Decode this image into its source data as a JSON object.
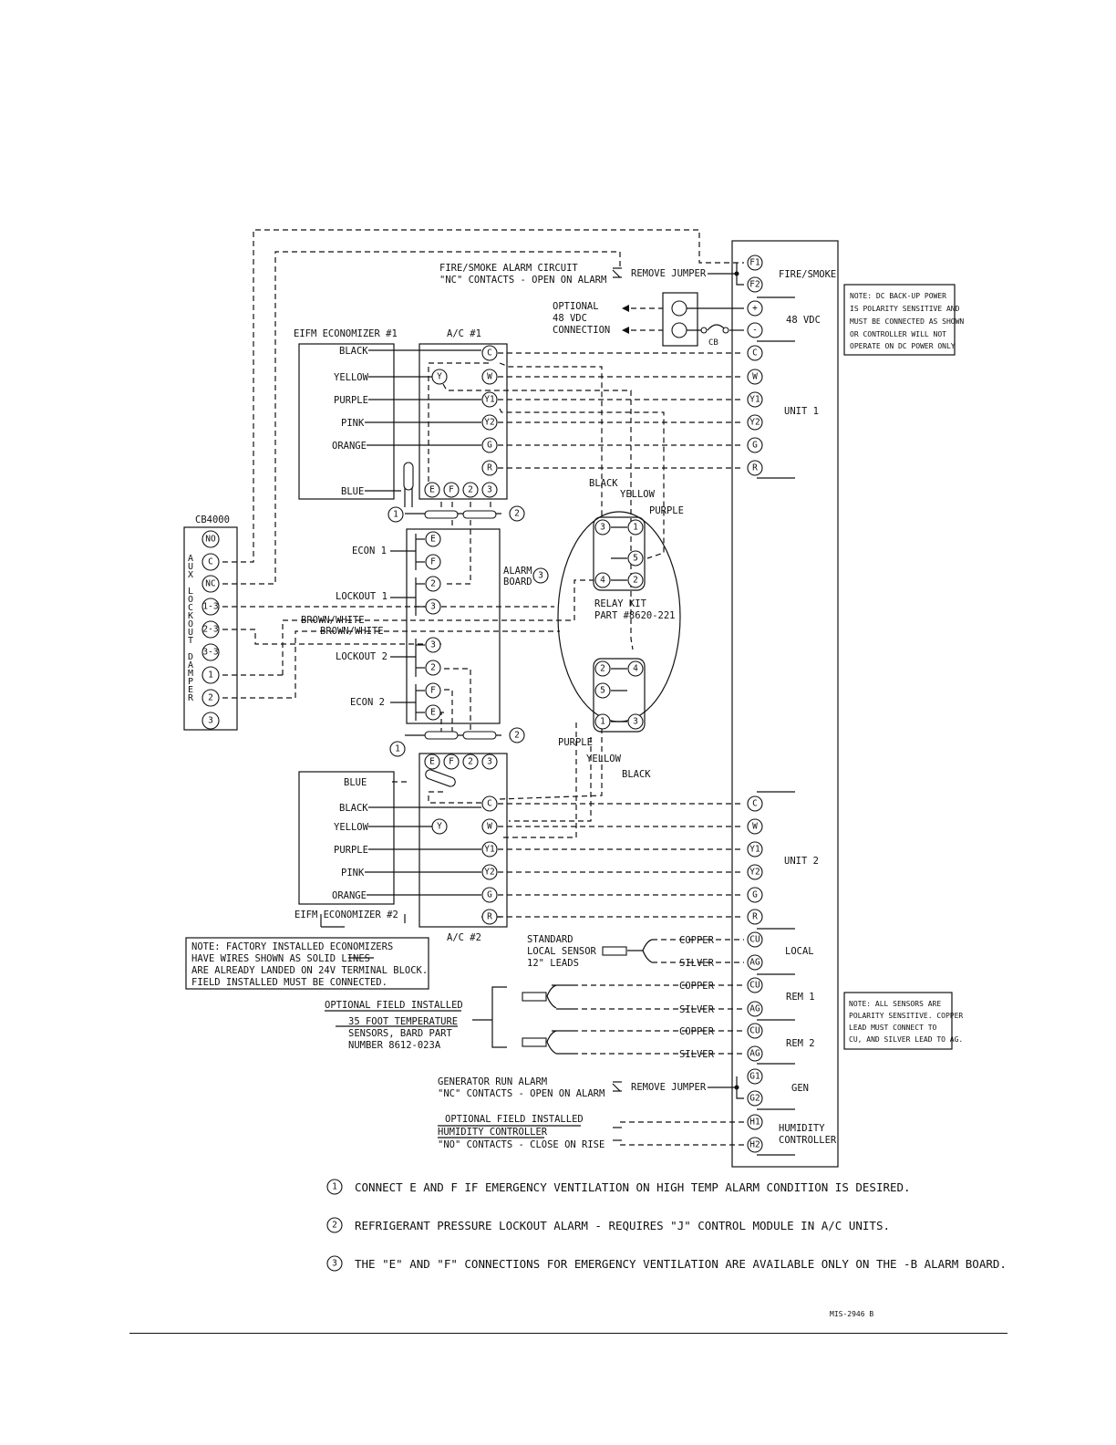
{
  "controller": {
    "groups": {
      "fire_smoke": "FIRE/SMOKE",
      "vdc48": "48 VDC",
      "unit1": "UNIT 1",
      "unit2": "UNIT 2",
      "local": "LOCAL",
      "rem1": "REM 1",
      "rem2": "REM 2",
      "gen": "GEN",
      "humidity_l1": "HUMIDITY",
      "humidity_l2": "CONTROLLER"
    },
    "terminals": {
      "F1": "F1",
      "F2": "F2",
      "plus": "+",
      "minus": "-",
      "C": "C",
      "W": "W",
      "Y1": "Y1",
      "Y2": "Y2",
      "G": "G",
      "R": "R",
      "CU": "CU",
      "AG": "AG",
      "G1": "G1",
      "G2": "G2",
      "H1": "H1",
      "H2": "H2"
    }
  },
  "labels": {
    "fire_alarm_l1": "FIRE/SMOKE ALARM CIRCUIT",
    "fire_alarm_l2": "\"NC\" CONTACTS - OPEN ON ALARM",
    "remove_jumper": "REMOVE JUMPER",
    "optional": "OPTIONAL",
    "vdc48": "48 VDC",
    "connection": "CONNECTION",
    "cb": "CB",
    "eifm1": "EIFM ECONOMIZER #1",
    "eifm2": "EIFM ECONOMIZER #2",
    "ac1": "A/C #1",
    "ac2": "A/C #2",
    "cb4000": "CB4000",
    "aux_lockout_damper": "AUX LOCKOUT DAMPER",
    "econ1": "ECON 1",
    "econ2": "ECON 2",
    "lockout1": "LOCKOUT 1",
    "lockout2": "LOCKOUT 2",
    "brown_white": "BROWN/WHITE",
    "alarm": "ALARM",
    "board": "BOARD",
    "relay_kit": "RELAY KIT",
    "relay_part": "PART #8620-221",
    "standard": "STANDARD",
    "local_sensor": "LOCAL SENSOR",
    "leads12": "12\" LEADS",
    "optional_field": "OPTIONAL FIELD INSTALLED",
    "sensors_l1": "35 FOOT TEMPERATURE",
    "sensors_l2": "SENSORS, BARD PART",
    "sensors_l3": "NUMBER 8612-023A",
    "gen_alarm_l1": "GENERATOR RUN ALARM",
    "gen_alarm_l2": "\"NC\" CONTACTS - OPEN ON ALARM",
    "opt_field2": "OPTIONAL FIELD INSTALLED",
    "humidity_ctrl": "HUMIDITY CONTROLLER",
    "no_contacts": "\"NO\" CONTACTS - CLOSE ON RISE",
    "copper": "COPPER",
    "silver": "SILVER",
    "drawing_no": "MIS-2946 B"
  },
  "wires": {
    "black": "BLACK",
    "yellow": "YELLOW",
    "purple": "PURPLE",
    "pink": "PINK",
    "orange": "ORANGE",
    "blue": "BLUE"
  },
  "notes": {
    "dc_backup": [
      "NOTE: DC BACK-UP POWER",
      "IS POLARITY SENSITIVE AND",
      "MUST BE CONNECTED AS SHOWN",
      "OR CONTROLLER WILL NOT",
      "OPERATE ON DC POWER ONLY"
    ],
    "factory": [
      "NOTE: FACTORY INSTALLED ECONOMIZERS",
      "HAVE WIRES SHOWN AS SOLID LINES",
      "ARE ALREADY LANDED ON 24V TERMINAL BLOCK.",
      "FIELD INSTALLED MUST BE CONNECTED."
    ],
    "sensors": [
      "NOTE: ALL SENSORS ARE",
      "POLARITY SENSITIVE. COPPER",
      "LEAD MUST CONNECT TO",
      "CU, AND SILVER LEAD TO AG."
    ]
  },
  "footnotes": [
    {
      "num": "1",
      "text": "CONNECT E AND F IF EMERGENCY VENTILATION ON HIGH TEMP ALARM CONDITION IS DESIRED."
    },
    {
      "num": "2",
      "text": "REFRIGERANT PRESSURE LOCKOUT ALARM - REQUIRES \"J\" CONTROL MODULE IN A/C UNITS."
    },
    {
      "num": "3",
      "text": "THE \"E\" AND \"F\" CONNECTIONS FOR EMERGENCY VENTILATION ARE AVAILABLE ONLY ON THE -B ALARM BOARD."
    }
  ]
}
